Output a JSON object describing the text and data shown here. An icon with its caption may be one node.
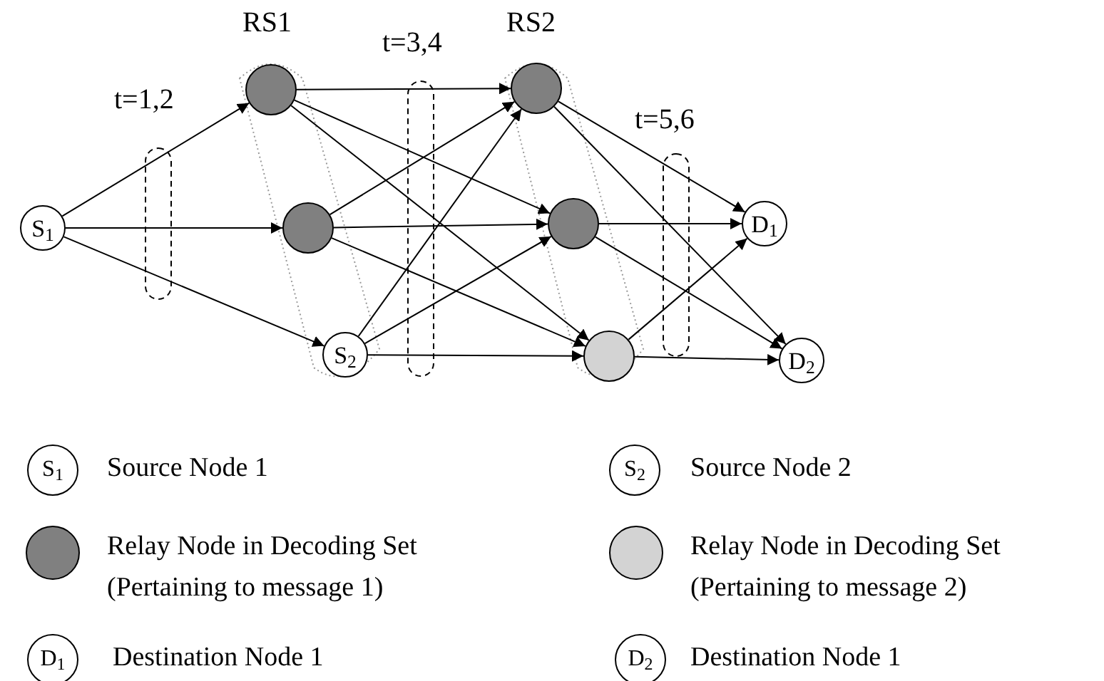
{
  "diagram": {
    "nodes": [
      {
        "text": [
          "S$_{1}$"
        ]
      },
      {
        "text": [],
        "shape": "circle"
      },
      {
        "text": [],
        "shape": "circle"
      },
      {
        "text": [
          "S$_{2}$"
        ]
      },
      {
        "text": [],
        "shape": "circle"
      },
      {
        "text": [],
        "shape": "circle"
      },
      {
        "text": [],
        "shape": "circle"
      },
      {
        "text": [
          "D$_{1}$"
        ]
      },
      {
        "text": [
          "D$_{2}$"
        ]
      }
    ],
    "edges": [
      {
        "from": 0,
        "to": 1,
        "arrow": "to"
      },
      {
        "from": 0,
        "to": 2,
        "arrow": "to"
      },
      {
        "from": 0,
        "to": 3,
        "arrow": "to"
      },
      {
        "from": 1,
        "to": 4,
        "arrow": "to"
      },
      {
        "from": 1,
        "to": 5,
        "arrow": "to"
      },
      {
        "from": 1,
        "to": 6,
        "arrow": "to"
      },
      {
        "from": 2,
        "to": 4,
        "arrow": "to"
      },
      {
        "from": 2,
        "to": 5,
        "arrow": "to"
      },
      {
        "from": 2,
        "to": 6,
        "arrow": "to"
      },
      {
        "from": 3,
        "to": 4,
        "arrow": "to"
      },
      {
        "from": 3,
        "to": 5,
        "arrow": "to"
      },
      {
        "from": 3,
        "to": 6,
        "arrow": "to"
      },
      {
        "from": 4,
        "to": 7,
        "arrow": "to"
      },
      {
        "from": 4,
        "to": 8,
        "arrow": "to"
      },
      {
        "from": 5,
        "to": 7,
        "arrow": "to"
      },
      {
        "from": 5,
        "to": 8,
        "arrow": "to"
      },
      {
        "from": 6,
        "to": 7,
        "arrow": "to"
      },
      {
        "from": 6,
        "to": 8,
        "arrow": "to"
      }
    ],
    "labels": [
      "RS1",
      "RS2",
      "t=1,2",
      "t=3,4",
      "t=5,6",
      "S$_{1}$",
      "S$_{2}$",
      "D$_{1}$",
      "D$_{2}$"
    ],
    "legend": [
      {
        "text": "Source Node 1"
      },
      {
        "text": "Source Node 2"
      },
      {
        "text": "Relay Node in Decoding Set (Pertaining to message 1)",
        "color": "#808080"
      },
      {
        "text": "Relay Node in Decoding Set (Pertaining to message 2)",
        "color": "#d3d3d3"
      },
      {
        "text": "Destination Node 1"
      },
      {
        "text": "Destination Node 1"
      }
    ]
  }
}
